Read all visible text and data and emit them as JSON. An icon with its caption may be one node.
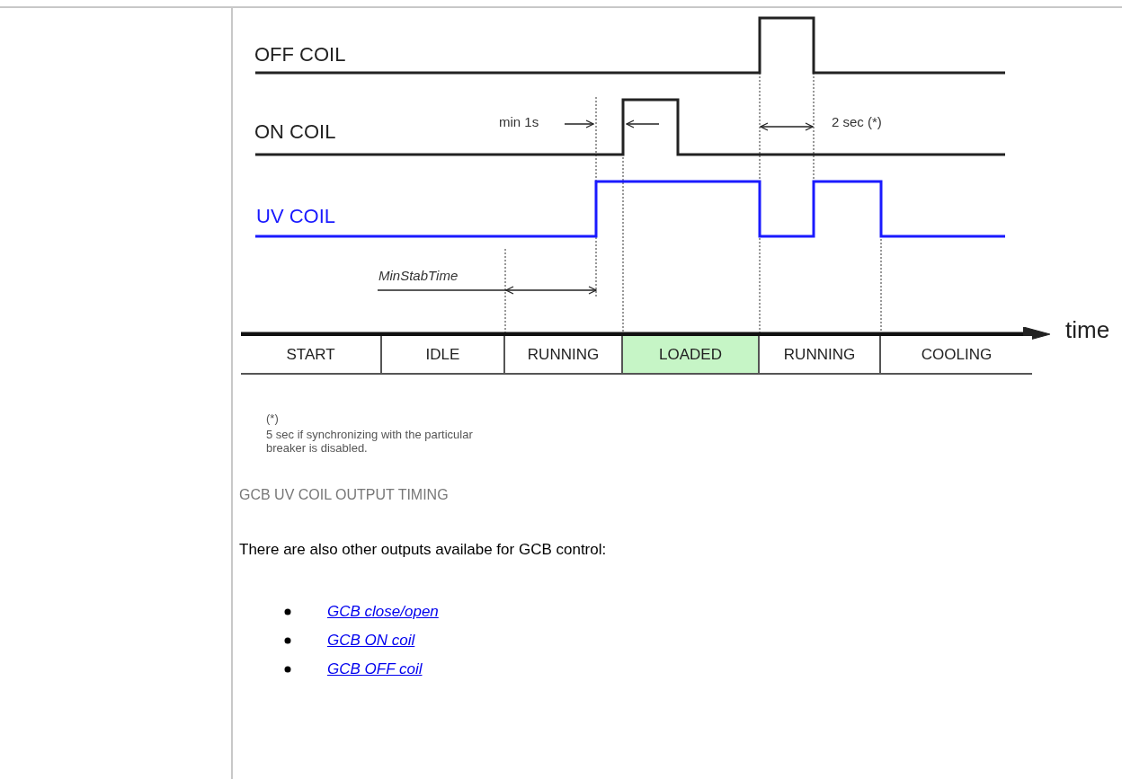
{
  "diagram": {
    "caption": "GCB UV COIL OUTPUT TIMING",
    "labels": [
      "OFF COIL",
      "ON COIL",
      "min 1s",
      "2 sec (*)",
      "UV COIL",
      "MinStabTime",
      "time",
      "START",
      "IDLE",
      "RUNNING",
      "LOADED",
      "RUNNING",
      "COOLING",
      "(*)",
      "5 sec if synchronizing with the particular breaker is disabled.",
      "There are also other outputs availabe for GCB control:",
      "GCB close/open",
      "GCB ON coil",
      "GCB OFF coil"
    ]
  }
}
